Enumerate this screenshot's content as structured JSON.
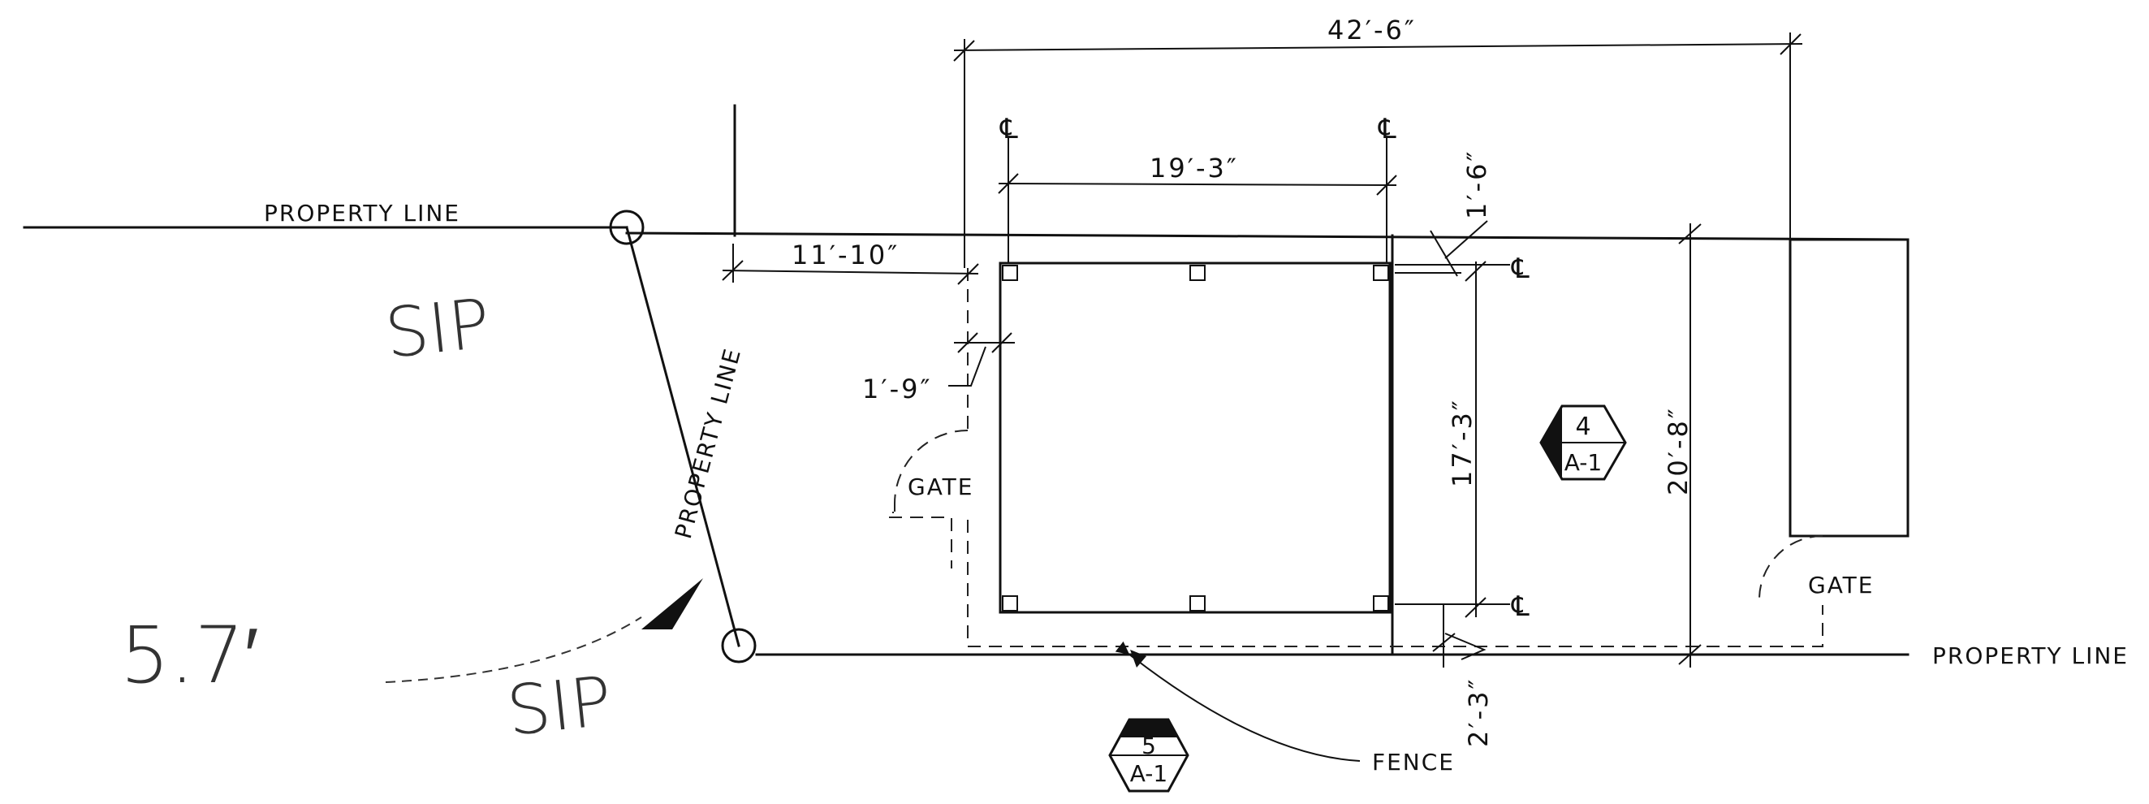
{
  "labels": {
    "property_line_top": "PROPERTY LINE",
    "property_line_diag": "PROPERTY LINE",
    "property_line_bottom": "PROPERTY LINE",
    "sip_top": "SIP",
    "sip_bottom": "SIP",
    "distance": "5.7′",
    "gate_left": "GATE",
    "gate_right": "GATE",
    "fence": "FENCE"
  },
  "dimensions": {
    "overall": "42′-6″",
    "column_span": "19′-3″",
    "left_setback": "11′-10″",
    "left_offset": "1′-9″",
    "top_offset": "1′-6″",
    "depth": "17′-3″",
    "lot_depth": "20′-8″",
    "bottom_offset": "2′-3″"
  },
  "centerline_symbol": "℄",
  "section_markers": [
    {
      "number": "4",
      "sheet": "A-1"
    },
    {
      "number": "5",
      "sheet": "A-1"
    }
  ]
}
